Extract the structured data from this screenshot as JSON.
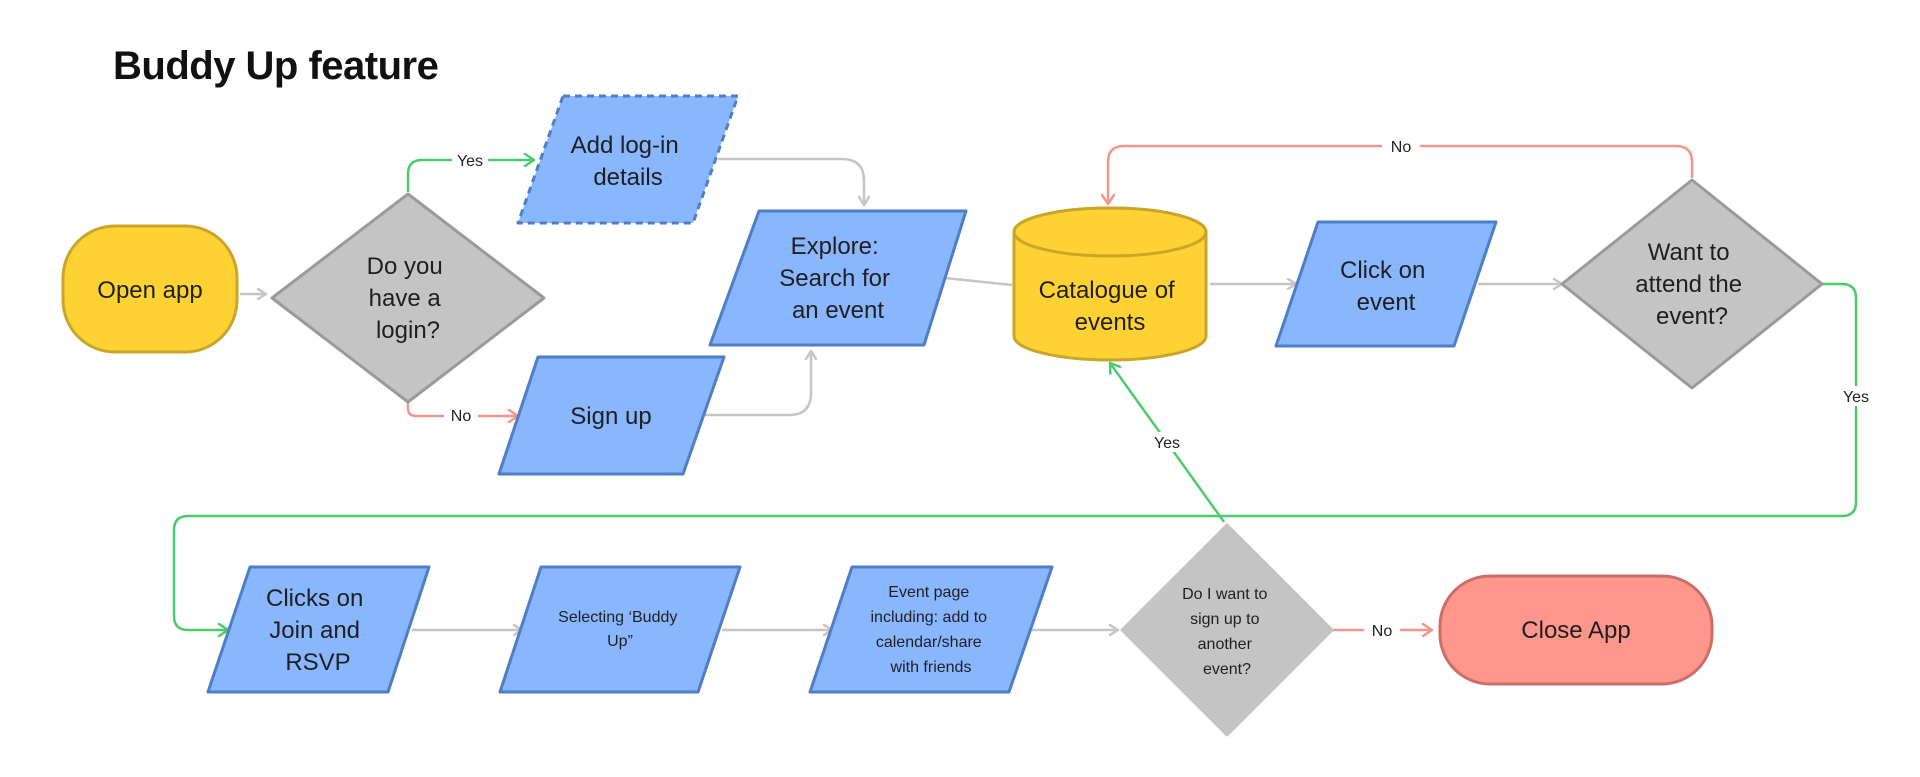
{
  "title": "Buddy Up feature",
  "colors": {
    "terminal_yellow": "#FFD233",
    "terminal_yellow_stroke": "#C9A52A",
    "process_blue": "#88B6FF",
    "process_blue_stroke": "#4F7EC7",
    "decision_gray": "#C4C4C4",
    "decision_gray_stroke": "#9A9A9A",
    "end_red": "#FF968C",
    "end_red_stroke": "#CC6E68",
    "edge_gray": "#C6C6C6",
    "edge_green": "#4CCB6A",
    "edge_red": "#F4958C"
  },
  "nodes": {
    "open_app": "Open app",
    "login_question": [
      "Do you",
      "have a",
      "login?"
    ],
    "add_login": [
      "Add log-in",
      "details"
    ],
    "sign_up": "Sign up",
    "explore": [
      "Explore:",
      "Search for",
      "an event"
    ],
    "catalogue": [
      "Catalogue of",
      "events"
    ],
    "click_event": [
      "Click on",
      "event"
    ],
    "want_attend": [
      "Want to",
      "attend the",
      "event?"
    ],
    "join_rsvp": [
      "Clicks on",
      "Join and",
      "RSVP"
    ],
    "select_buddy": [
      "Selecting ‘Buddy",
      "Up”"
    ],
    "event_page": [
      "Event page",
      "including: add to",
      "calendar/share",
      "with friends"
    ],
    "another_event": [
      "Do I want to",
      "sign up to",
      "another",
      "event?"
    ],
    "close_app": "Close App"
  },
  "edge_labels": {
    "login_yes": "Yes",
    "login_no": "No",
    "attend_no": "No",
    "attend_yes": "Yes",
    "another_yes": "Yes",
    "another_no": "No"
  }
}
